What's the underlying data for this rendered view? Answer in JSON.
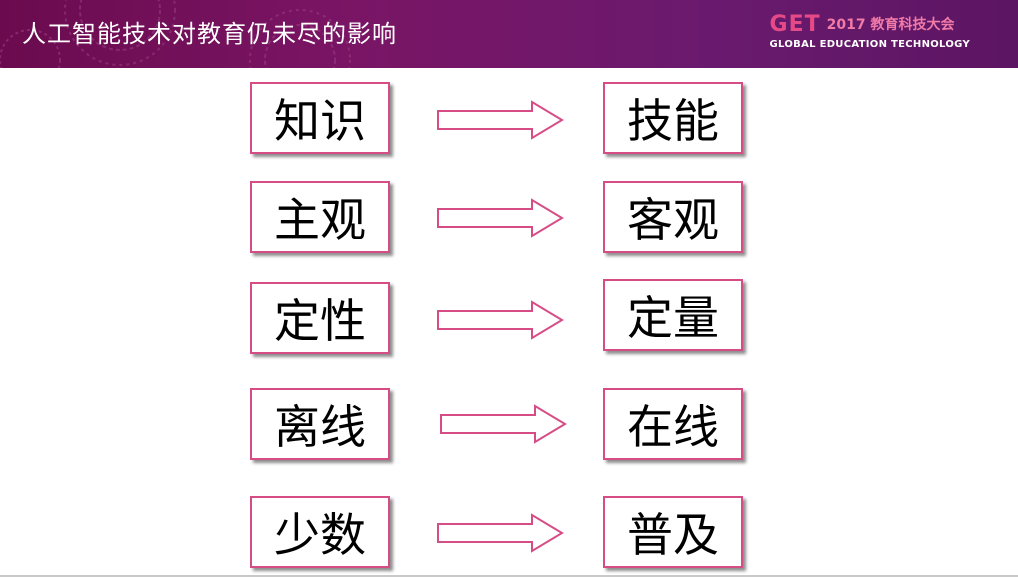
{
  "slide": {
    "title": "人工智能技术对教育仍未尽的影响"
  },
  "logo": {
    "mark": "GET",
    "year_cn": "2017 教育科技大会",
    "en": "GLOBAL EDUCATION TECHNOLOGY"
  },
  "pairs": [
    {
      "from": "知识",
      "to": "技能"
    },
    {
      "from": "主观",
      "to": "客观"
    },
    {
      "from": "定性",
      "to": "定量"
    },
    {
      "from": "离线",
      "to": "在线"
    },
    {
      "from": "少数",
      "to": "普及"
    }
  ],
  "colors": {
    "header": "#7a1565",
    "box_border": "#d64d86",
    "arrow_border": "#d64d86",
    "logo_accent": "#e64a86"
  }
}
